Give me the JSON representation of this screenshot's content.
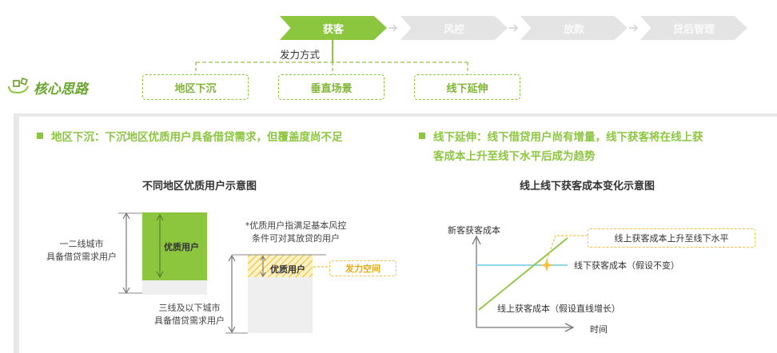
{
  "stages": [
    {
      "label": "获客",
      "active": true
    },
    {
      "label": "风控",
      "active": false
    },
    {
      "label": "放款",
      "active": false
    },
    {
      "label": "贷后管理",
      "active": false
    }
  ],
  "force_label": "发力方式",
  "core_title": "核心思路",
  "methods": [
    "地区下沉",
    "垂直场景",
    "线下延伸"
  ],
  "left": {
    "heading": "地区下沉：下沉地区优质用户具备借贷需求，但覆盖度尚不足",
    "chart_title": "不同地区优质用户示意图",
    "tier1_label_1": "一二线城市",
    "tier1_label_2": "具备借贷需求用户",
    "quality_label": "优质用户",
    "note_1": "*优质用户指满足基本风控",
    "note_2": "条件可对其放贷的用户",
    "quality_label_2": "优质用户",
    "effort_label": "发力空间",
    "tier3_label_1": "三线及以下城市",
    "tier3_label_2": "具备借贷需求用户"
  },
  "right": {
    "heading_1": "线下延伸：线下借贷用户尚有增量，线下获客将在线上获",
    "heading_2": "客成本上升至线下水平后成为趋势",
    "chart_title": "线上线下获客成本变化示意图",
    "y_label": "新客获客成本",
    "x_label": "时间",
    "callout": "线上获客成本上升至线下水平",
    "offline_label": "线下获客成本（假设不变）",
    "online_label": "线上获客成本（假设直线增长）"
  },
  "colors": {
    "accent": "#8cc63f",
    "inactive": "#e4e4e4",
    "offline_line": "#7fd3e0",
    "callout": "#f5c242",
    "star": "#f5c242"
  }
}
